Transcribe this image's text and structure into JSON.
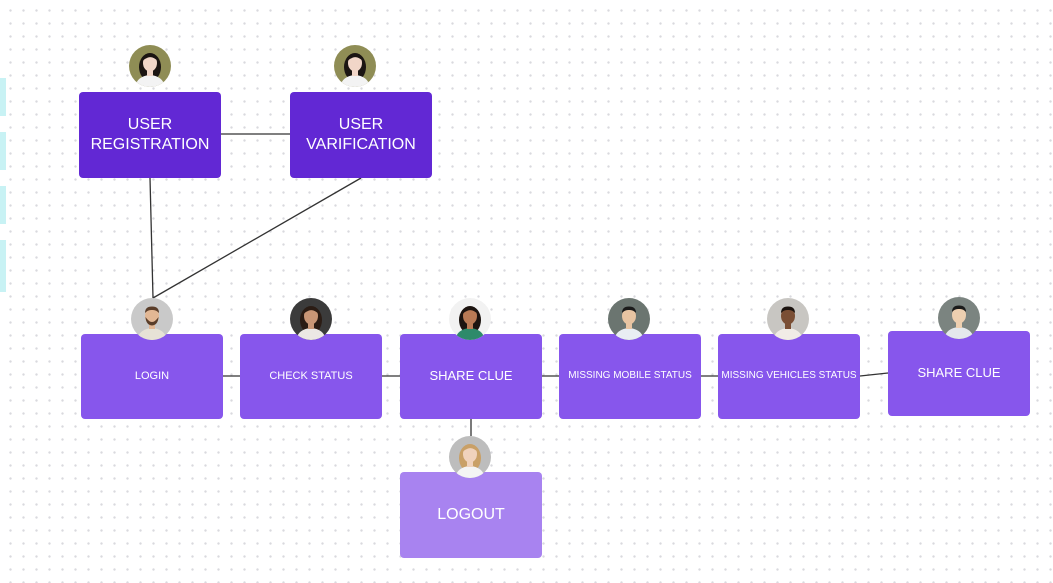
{
  "diagram": {
    "nodes": [
      {
        "id": "user-registration",
        "label_line1": "USER",
        "label_line2": "REGISTRATION",
        "style": "dark",
        "avatar": "woman-dark-hair-avatar-icon",
        "skin": "#f1d6c8",
        "hair": "#1b1512",
        "shirt": "#f3f3f3",
        "bg": "#8f8d55"
      },
      {
        "id": "user-varification",
        "label_line1": "USER VARIFICATION",
        "label_line2": "",
        "style": "dark",
        "avatar": "woman-dark-hair-avatar-icon",
        "skin": "#f1d6c8",
        "hair": "#1b1512",
        "shirt": "#f3f3f3",
        "bg": "#8f8d55"
      },
      {
        "id": "login",
        "label_line1": "LOGIN",
        "label_line2": "",
        "style": "mid",
        "avatar": "bearded-man-avatar-icon",
        "skin": "#e2b794",
        "hair": "#5a3d29",
        "shirt": "#e7e2d6",
        "bg": "#c9c9c9"
      },
      {
        "id": "check-status",
        "label_line1": "CHECK STATUS",
        "label_line2": "",
        "style": "mid",
        "avatar": "woman-curly-hair-avatar-icon",
        "skin": "#c99676",
        "hair": "#2b1c14",
        "shirt": "#ece8e4",
        "bg": "#3b3b3b"
      },
      {
        "id": "share-clue-1",
        "label_line1": "SHARE CLUE",
        "label_line2": "",
        "style": "mid",
        "avatar": "woman-green-shirt-avatar-icon",
        "skin": "#b97a55",
        "hair": "#1c1410",
        "shirt": "#2e8a6a",
        "bg": "#f2f2f2"
      },
      {
        "id": "missing-mobile-status",
        "label_line1": "MISSING MOBILE STATUS",
        "label_line2": "",
        "style": "mid",
        "avatar": "man-glasses-avatar-icon",
        "skin": "#e8c4a2",
        "hair": "#1a1a1a",
        "shirt": "#e9eef3",
        "bg": "#6b7570"
      },
      {
        "id": "missing-vehicles-status",
        "label_line1": "MISSING VEHICLES STATUS",
        "label_line2": "",
        "style": "mid",
        "avatar": "man-short-hair-avatar-icon",
        "skin": "#7a4e34",
        "hair": "#1a120e",
        "shirt": "#f1ece6",
        "bg": "#c8c6c2"
      },
      {
        "id": "share-clue-2",
        "label_line1": "SHARE CLUE",
        "label_line2": "",
        "style": "mid",
        "avatar": "man-smiling-avatar-icon",
        "skin": "#edcfb0",
        "hair": "#1a1a1a",
        "shirt": "#e4e8ec",
        "bg": "#7b8480"
      },
      {
        "id": "logout",
        "label_line1": "LOGOUT",
        "label_line2": "",
        "style": "light",
        "avatar": "woman-blonde-avatar-icon",
        "skin": "#f0d2bc",
        "hair": "#c9a067",
        "shirt": "#f4f4f4",
        "bg": "#bdbdbd"
      }
    ],
    "edges": [
      {
        "from": "user-registration",
        "to": "user-varification"
      },
      {
        "from": "user-registration",
        "to": "login"
      },
      {
        "from": "user-varification",
        "to": "login"
      },
      {
        "from": "login",
        "to": "check-status"
      },
      {
        "from": "check-status",
        "to": "share-clue-1"
      },
      {
        "from": "share-clue-1",
        "to": "missing-mobile-status"
      },
      {
        "from": "missing-mobile-status",
        "to": "missing-vehicles-status"
      },
      {
        "from": "missing-vehicles-status",
        "to": "share-clue-2"
      },
      {
        "from": "share-clue-1",
        "to": "logout"
      }
    ],
    "colors": {
      "dark": "#6228d4",
      "mid": "#8756ec",
      "light": "#a883f0",
      "edge": "#333333"
    }
  }
}
